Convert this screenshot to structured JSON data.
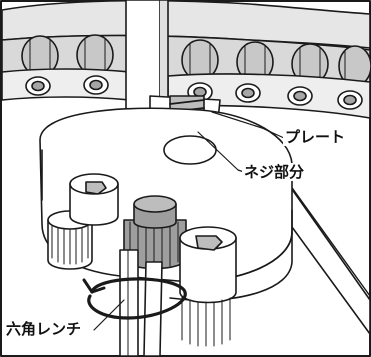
{
  "labels": {
    "plate": "プレート",
    "threaded_part": "ネジ部分",
    "hex_wrench": "六角レンチ"
  },
  "colors": {
    "line": "#1a1a1a",
    "chain_fill": "#d9d9d9",
    "chain_dark": "#a6a6a6",
    "background": "#ffffff"
  }
}
